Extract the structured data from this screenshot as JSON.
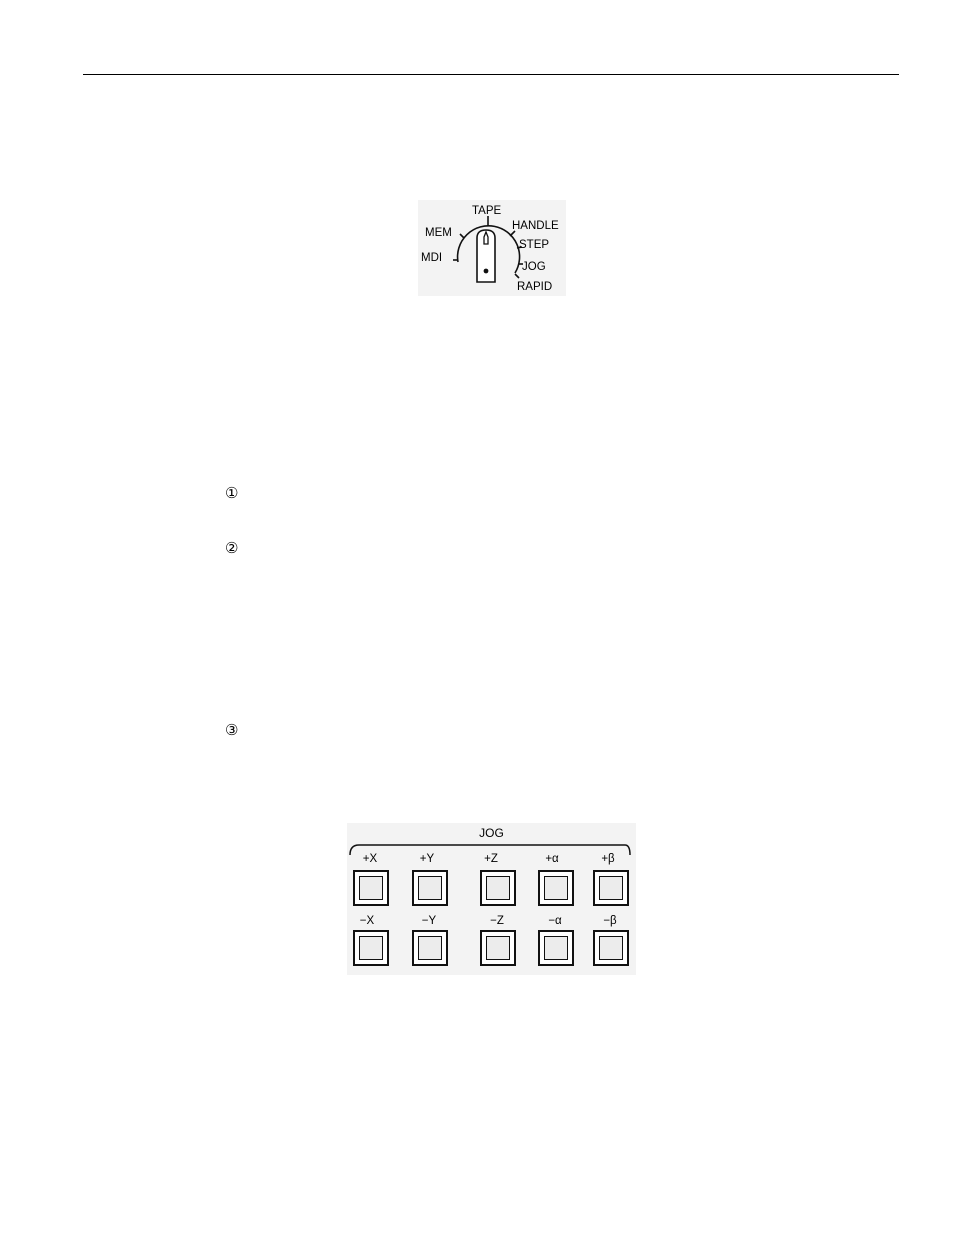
{
  "mode_dial": {
    "labels": {
      "tape": "TAPE",
      "mem": "MEM",
      "handle": "HANDLE",
      "step": "STEP",
      "mdi": "MDI",
      "jog": "JOG",
      "rapid": "RAPID"
    }
  },
  "steps": [
    {
      "marker": "①"
    },
    {
      "marker": "②"
    },
    {
      "marker": "③"
    }
  ],
  "jog_panel": {
    "title": "JOG",
    "keys_top": [
      "+X",
      "+Y",
      "+Z",
      "+α",
      "+β"
    ],
    "keys_bottom": [
      "−X",
      "−Y",
      "−Z",
      "−α",
      "−β"
    ]
  }
}
